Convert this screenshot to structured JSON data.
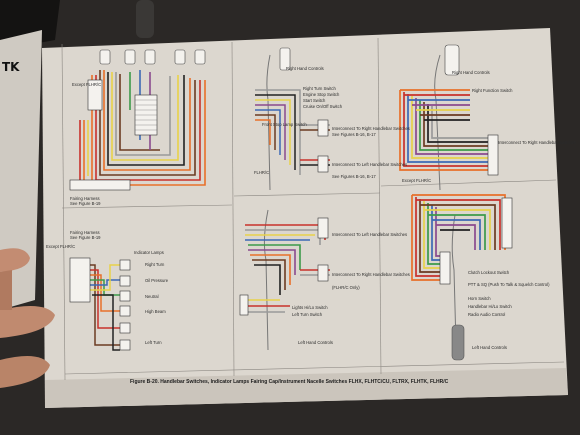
{
  "page_edge_text": "TK",
  "caption": "Figure B-20. Handlebar Switches, Indicator Lamps Fairing Cap/Instrument Nacelle Switches FLHX, FLHTC/CU, FLTRX, FLHTK, FLHR/C",
  "labels": {
    "fairing_harness_a": "Fairing Harness",
    "fairing_harness_a_ref": "See Figure B-19",
    "fairing_harness_b": "Fairing Harness",
    "fairing_harness_b_ref": "See Figure B-19",
    "except_flhr_a": "Except FLHR/C",
    "except_flhr_b": "Except FLHR/C",
    "indicator_lamps": "Indicator Lamps",
    "right_turn": "Right Turn",
    "oil_pressure": "Oil Pressure",
    "neutral": "Neutral",
    "high_beam": "High Beam",
    "left_turn": "Left Turn",
    "right_hand_controls_a": "Right Hand Controls",
    "right_hand_controls_b": "Right Hand Controls",
    "left_hand_controls_a": "Left Hand Controls",
    "left_hand_controls_b": "Left Hand Controls",
    "interconnect_right_a": "Interconnect To Right Handlebar Switches",
    "interconnect_right_b": "Interconnect To Right Handlebar Switches",
    "interconnect_left_a": "Interconnect To Left Handlebar Switches",
    "interconnect_left_b": "Interconnect To Left Handlebar Switches",
    "see_figures_a": "See Figures B-16, B-17",
    "see_figures_b": "See Figures B-16, B-17",
    "flhrc_only": "(FLHR/C Only)",
    "lighting_switches": "Lights Hi/Lo Switch",
    "left_turn_switch": "Left Turn Switch",
    "horn_switch": "Horn Switch",
    "radio_audio": "Radio Audio Control",
    "clutch_lockout": "Clutch Lockout Switch",
    "ptt_switch": "PTT & SQ (Push To Talk & Squelch Control)",
    "handlebar_hi_lo": "Handlebar Hi/Lo Switch",
    "right_turn_switch": "Right Turn Switch",
    "front_stop_switch": "Front Stop Lamp Switch",
    "right_function_switch": "Right Function Switch",
    "engine_stop_switch": "Engine Stop Switch",
    "start_switch": "Start Switch",
    "cruise_switch": "Cruise On/Off Switch",
    "flhrc": "FLHR/C",
    "except_flhrc_c": "Except FLHR/C"
  },
  "colors": {
    "paper": "#dcd7cf",
    "background": "#2a2724",
    "wire_orange": "#e8702a",
    "wire_brown": "#6b3b22",
    "wire_red": "#c8322c",
    "wire_yellow": "#e8d24a",
    "wire_violet": "#8a4a8e",
    "wire_blue": "#3d69b5",
    "wire_green": "#3d9a4a",
    "wire_black": "#222222",
    "wire_gray": "#9a9a9a",
    "wire_white": "#f4f2ee",
    "skin": "#c08a6f"
  }
}
